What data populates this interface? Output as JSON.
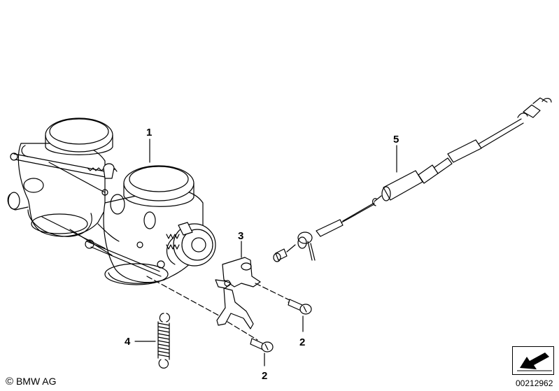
{
  "callouts": [
    {
      "id": "1",
      "label": "1"
    },
    {
      "id": "2a",
      "label": "2"
    },
    {
      "id": "2b",
      "label": "2"
    },
    {
      "id": "3",
      "label": "3"
    },
    {
      "id": "4",
      "label": "4"
    },
    {
      "id": "5",
      "label": "5"
    }
  ],
  "footer": {
    "copyright_symbol": "©",
    "copyright_text": "BMW AG",
    "diagram_id": "00212962"
  },
  "icons": {
    "nav": "arrow-down-left-icon",
    "copyright": "copyright-icon"
  }
}
